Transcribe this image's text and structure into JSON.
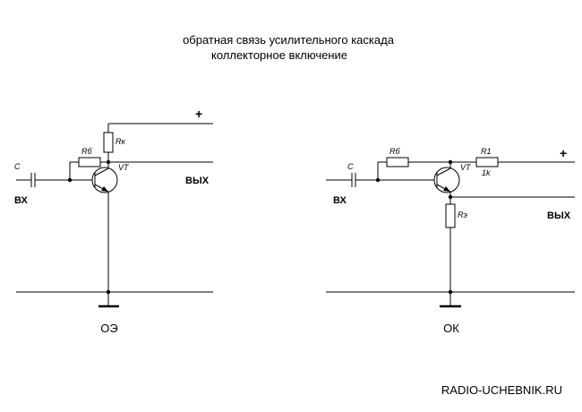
{
  "title": {
    "line1": "обратная связь усилительного каскада",
    "line2": "коллекторное включение"
  },
  "left_circuit": {
    "capacitor": "C",
    "base_resistor": "Rб",
    "collector_resistor": "Rк",
    "transistor": "VT",
    "input": "ВХ",
    "output": "ВЫХ",
    "supply": "+",
    "caption": "ОЭ"
  },
  "right_circuit": {
    "capacitor": "C",
    "base_resistor": "Rб",
    "series_resistor": "R1",
    "series_resistor_value": "1k",
    "emitter_resistor": "Rэ",
    "transistor": "VT",
    "input": "ВХ",
    "output": "ВЫХ",
    "supply": "+",
    "caption": "ОК"
  },
  "watermark": "RADIO-UCHEBNIK.RU"
}
